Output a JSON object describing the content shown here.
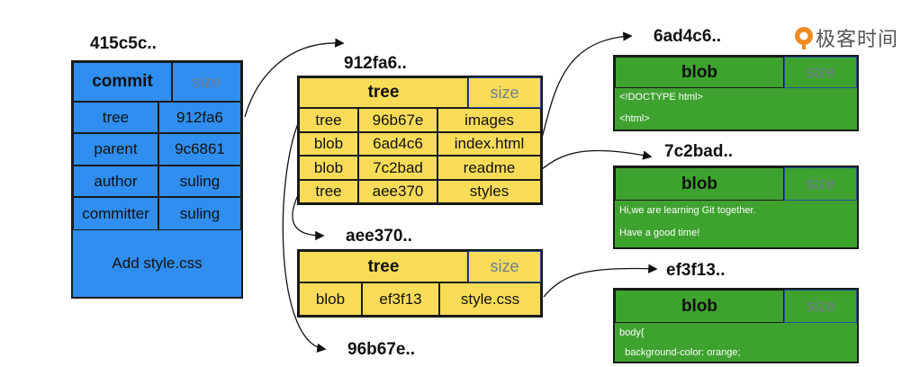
{
  "watermark": {
    "text": "极客时间"
  },
  "colors": {
    "commit": "#2f8ef0",
    "tree": "#f8dc58",
    "blob": "#3ea22e",
    "size_text": "#6f7f8f",
    "logo_orange": "#f08a24"
  },
  "commit": {
    "hash": "415c5c..",
    "header": "commit",
    "size": "size",
    "rows": [
      {
        "key": "tree",
        "value": "912fa6"
      },
      {
        "key": "parent",
        "value": "9c6861"
      },
      {
        "key": "author",
        "value": "suling"
      },
      {
        "key": "committer",
        "value": "suling"
      }
    ],
    "message": "Add style.css"
  },
  "tree_root": {
    "hash": "912fa6..",
    "header": "tree",
    "size": "size",
    "rows": [
      {
        "type": "tree",
        "hash": "96b67e",
        "name": "images"
      },
      {
        "type": "blob",
        "hash": "6ad4c6",
        "name": "index.html"
      },
      {
        "type": "blob",
        "hash": "7c2bad",
        "name": "readme"
      },
      {
        "type": "tree",
        "hash": "aee370",
        "name": "styles"
      }
    ]
  },
  "tree_styles": {
    "hash": "aee370..",
    "header": "tree",
    "size": "size",
    "rows": [
      {
        "type": "blob",
        "hash": "ef3f13",
        "name": "style.css"
      }
    ]
  },
  "tree_images_label": "96b67e..",
  "blobs": [
    {
      "hash": "6ad4c6..",
      "header": "blob",
      "size": "size",
      "lines": [
        "<!DOCTYPE html>",
        "<html>"
      ]
    },
    {
      "hash": "7c2bad..",
      "header": "blob",
      "size": "size",
      "lines": [
        "Hi,we are learning Git together.",
        "Have a good time!"
      ]
    },
    {
      "hash": "ef3f13..",
      "header": "blob",
      "size": "size",
      "lines": [
        "body{",
        "  background-color: orange;"
      ]
    }
  ]
}
